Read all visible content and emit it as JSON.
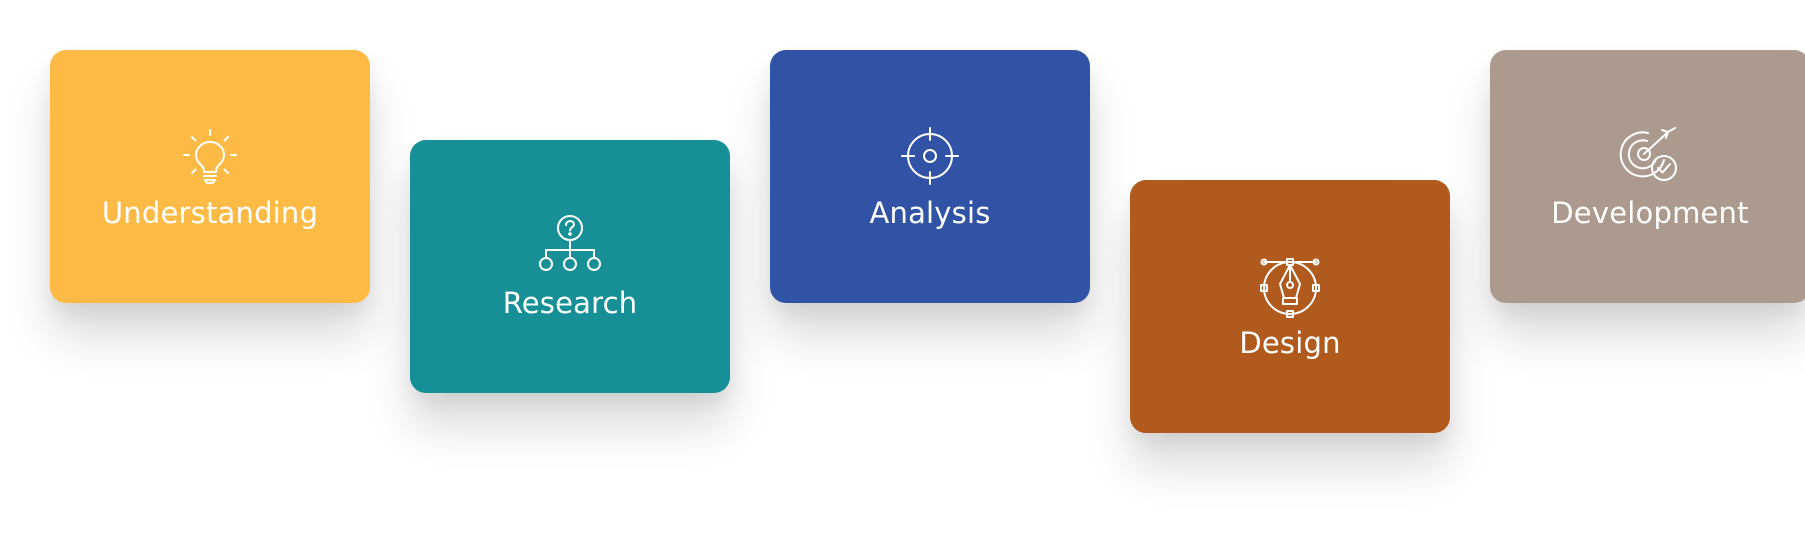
{
  "cards": [
    {
      "label": "Understanding",
      "icon": "lightbulb-icon",
      "color": "#FDBA45"
    },
    {
      "label": "Research",
      "icon": "hierarchy-question-icon",
      "color": "#169096"
    },
    {
      "label": "Analysis",
      "icon": "crosshair-target-icon",
      "color": "#3153A6"
    },
    {
      "label": "Design",
      "icon": "pen-tool-icon",
      "color": "#B05A1E"
    },
    {
      "label": "Development",
      "icon": "target-check-icon",
      "color": "#AC9A8E"
    }
  ]
}
